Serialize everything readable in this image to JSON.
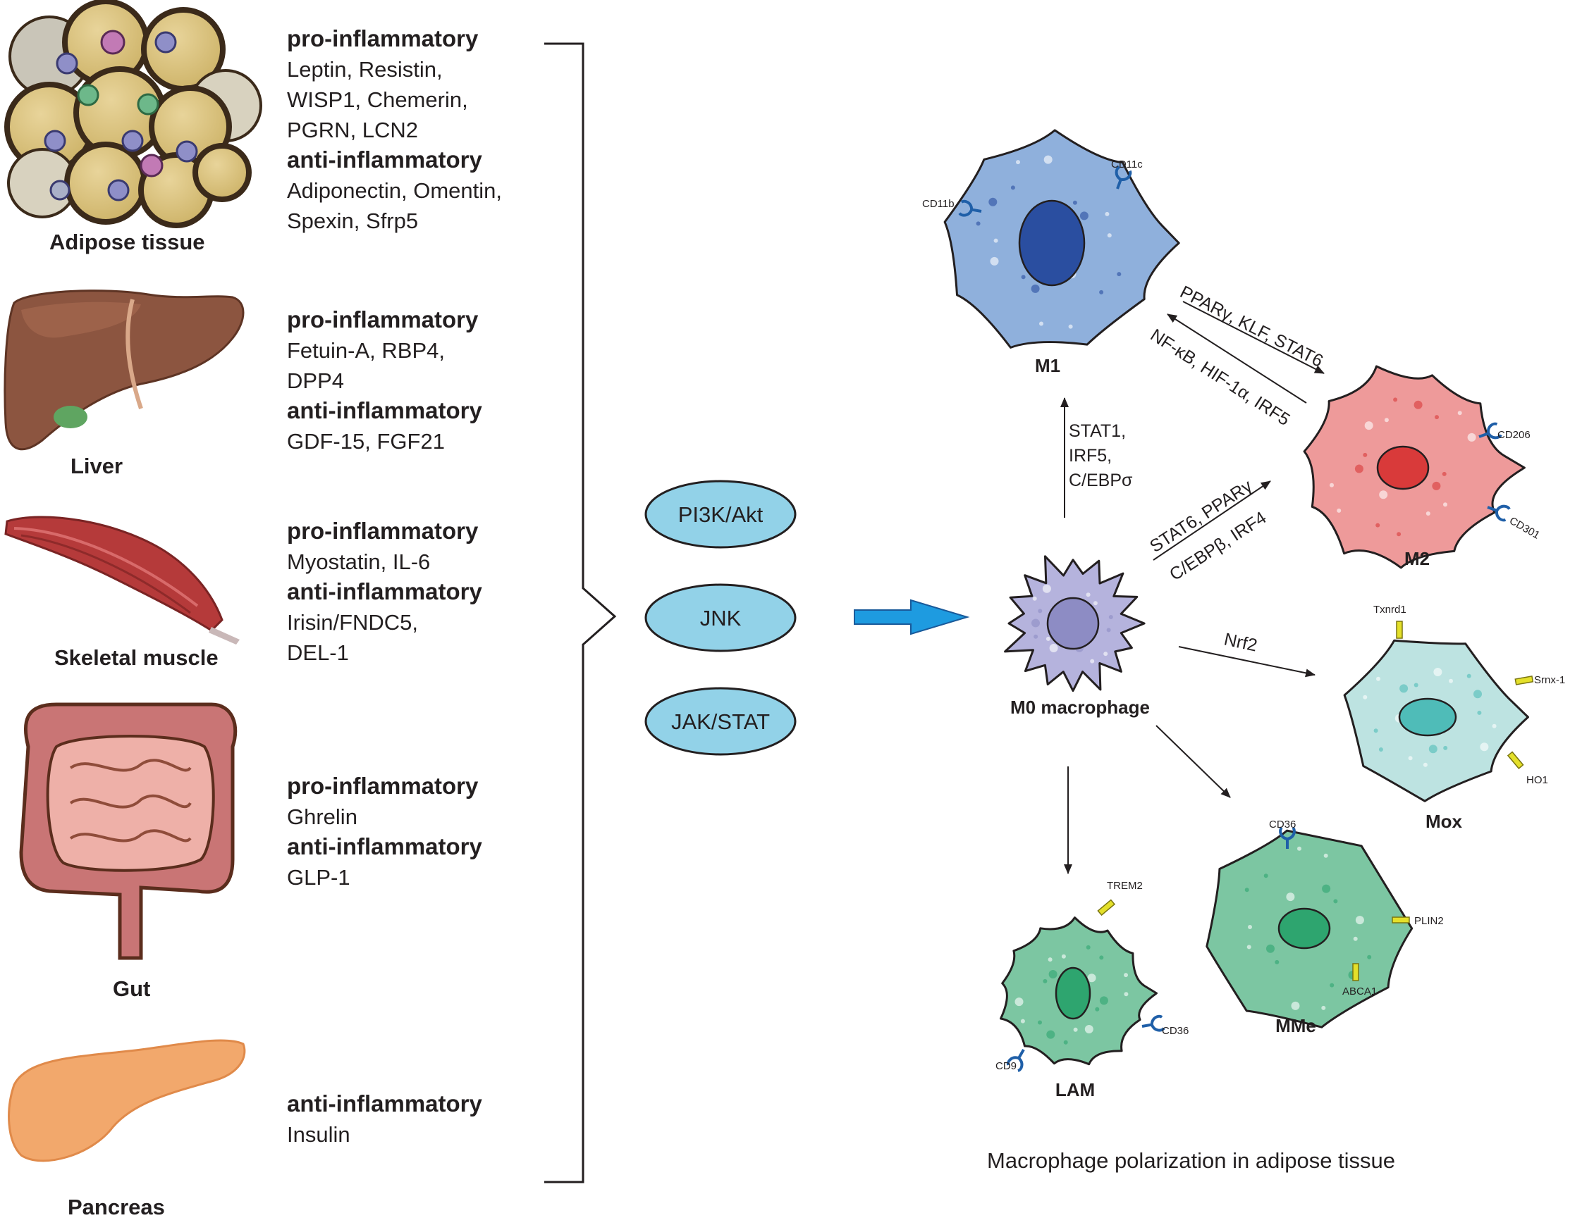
{
  "organs": [
    {
      "name": "Adipose tissue",
      "groups": [
        {
          "heading": "pro-inflammatory",
          "lines": [
            "Leptin, Resistin,",
            "WISP1, Chemerin,",
            "PGRN, LCN2"
          ]
        },
        {
          "heading": "anti-inflammatory",
          "lines": [
            "Adiponectin, Omentin,",
            "Spexin, Sfrp5"
          ]
        }
      ]
    },
    {
      "name": "Liver",
      "groups": [
        {
          "heading": "pro-inflammatory",
          "lines": [
            "Fetuin-A, RBP4,",
            "DPP4"
          ]
        },
        {
          "heading": "anti-inflammatory",
          "lines": [
            "GDF-15, FGF21"
          ]
        }
      ]
    },
    {
      "name": "Skeletal muscle",
      "groups": [
        {
          "heading": "pro-inflammatory",
          "lines": [
            "Myostatin, IL-6"
          ]
        },
        {
          "heading": "anti-inflammatory",
          "lines": [
            "Irisin/FNDC5,",
            "DEL-1"
          ]
        }
      ]
    },
    {
      "name": "Gut",
      "groups": [
        {
          "heading": "pro-inflammatory",
          "lines": [
            "Ghrelin"
          ]
        },
        {
          "heading": "anti-inflammatory",
          "lines": [
            "GLP-1"
          ]
        }
      ]
    },
    {
      "name": "Pancreas",
      "groups": [
        {
          "heading": "anti-inflammatory",
          "lines": [
            "Insulin"
          ]
        }
      ]
    }
  ],
  "pathways": [
    "PI3K/Akt",
    "JNK",
    "JAK/STAT"
  ],
  "cells": {
    "m0": "M0 macrophage",
    "m1": "M1",
    "m2": "M2",
    "mox": "Mox",
    "mme": "MMe",
    "lam": "LAM"
  },
  "markers": {
    "m1": [
      "CD11c",
      "CD11b"
    ],
    "m2": [
      "CD206",
      "CD301"
    ],
    "mox": [
      "Txnrd1",
      "Srnx-1",
      "HO1"
    ],
    "mme": [
      "CD36",
      "PLIN2",
      "ABCA1"
    ],
    "lam": [
      "TREM2",
      "CD36",
      "CD9"
    ]
  },
  "transitions": {
    "m0_to_m1": [
      "STAT1,",
      "IRF5,",
      "C/EBPσ"
    ],
    "m1_to_m2": "PPARγ, KLF, STAT6",
    "m2_to_m1": "NF-κB, HIF-1α, IRF5",
    "m0_to_m2_a": "STAT6, PPARγ",
    "m0_to_m2_b": "C/EBPβ, IRF4",
    "m0_to_mox": "Nrf2"
  },
  "caption": "Macrophage polarization in adipose tissue",
  "colors": {
    "m1": "#8fb0dc",
    "m1_nucleus": "#2a4ea0",
    "m2": "#ee9a9a",
    "m2_nucleus": "#d93a3a",
    "m0": "#b5b3dd",
    "m0_nucleus": "#8d8cc4",
    "mox": "#bde3e1",
    "mox_nucleus": "#4fbcb8",
    "mme": "#7cc6a2",
    "mme_nucleus": "#2ea56f",
    "lam": "#7cc6a2",
    "lam_nucleus": "#2ea56f",
    "pathway": "#92d2e8",
    "big_arrow": "#1e9be0"
  }
}
